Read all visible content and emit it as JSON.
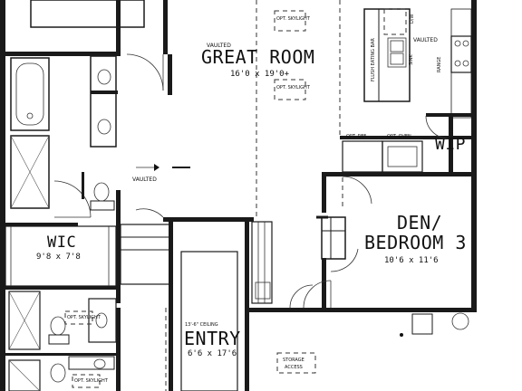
{
  "rooms": {
    "great_room": {
      "name": "GREAT ROOM",
      "dims": "16'0 x 19'0+",
      "note": "VAULTED"
    },
    "den": {
      "name_line1": "DEN/",
      "name_line2": "BEDROOM 3",
      "dims": "10'6 x 11'6"
    },
    "wic": {
      "name": "WIC",
      "dims": "9'8 x 7'8"
    },
    "entry": {
      "name": "ENTRY",
      "dims": "6'6 x 17'6",
      "note": "13'-6\" CEILING"
    },
    "wip": {
      "name": "WIP"
    }
  },
  "labels": {
    "skylight_1": "OPT. SKYLIGHT",
    "skylight_2": "OPT. SKYLIGHT",
    "skylight_3": "OPT. SKYLIGHT",
    "skylight_4": "OPT. SKYLIGHT",
    "flush_bar": "FLUSH EATING BAR",
    "dw": "D/W",
    "vaulted_kitchen": "VAULTED",
    "sink": "SINK",
    "range": "RANGE",
    "opt_ref": "OPT. REF.",
    "opt_oven": "OPT. OVEN",
    "vaulted_bath": "VAULTED",
    "storage": "STORAGE",
    "access": "ACCESS"
  }
}
